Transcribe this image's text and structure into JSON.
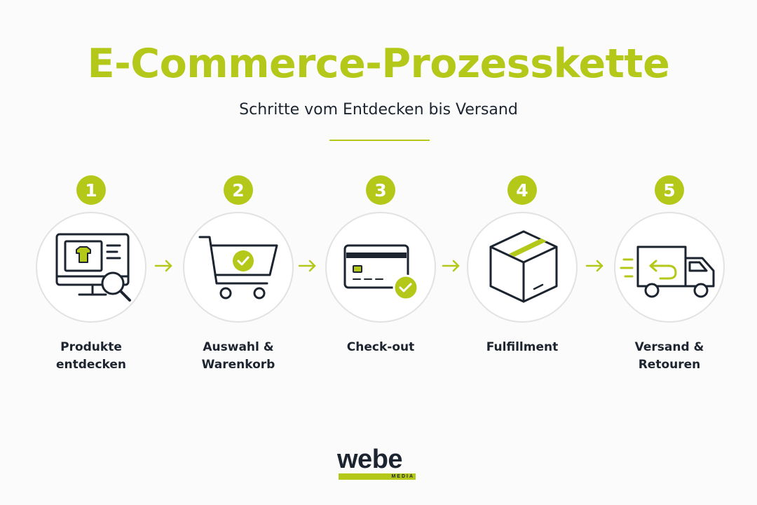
{
  "title": "E-Commerce-Prozesskette",
  "subtitle": "Schritte vom Entdecken bis Versand",
  "steps": [
    {
      "number": "1",
      "label": "Produkte\nentdecken",
      "icon": "monitor-search-icon"
    },
    {
      "number": "2",
      "label": "Auswahl &\nWarenkorb",
      "icon": "shopping-cart-check-icon"
    },
    {
      "number": "3",
      "label": "Check-out",
      "icon": "credit-card-check-icon"
    },
    {
      "number": "4",
      "label": "Fulfillment",
      "icon": "package-box-icon"
    },
    {
      "number": "5",
      "label": "Versand &\nRetouren",
      "icon": "delivery-truck-return-icon"
    }
  ],
  "logo": {
    "word": "webe",
    "sub": "MEDIA"
  },
  "colors": {
    "accent": "#b4c81a",
    "dark": "#1c2430",
    "circle_border": "#e2e2e2"
  }
}
